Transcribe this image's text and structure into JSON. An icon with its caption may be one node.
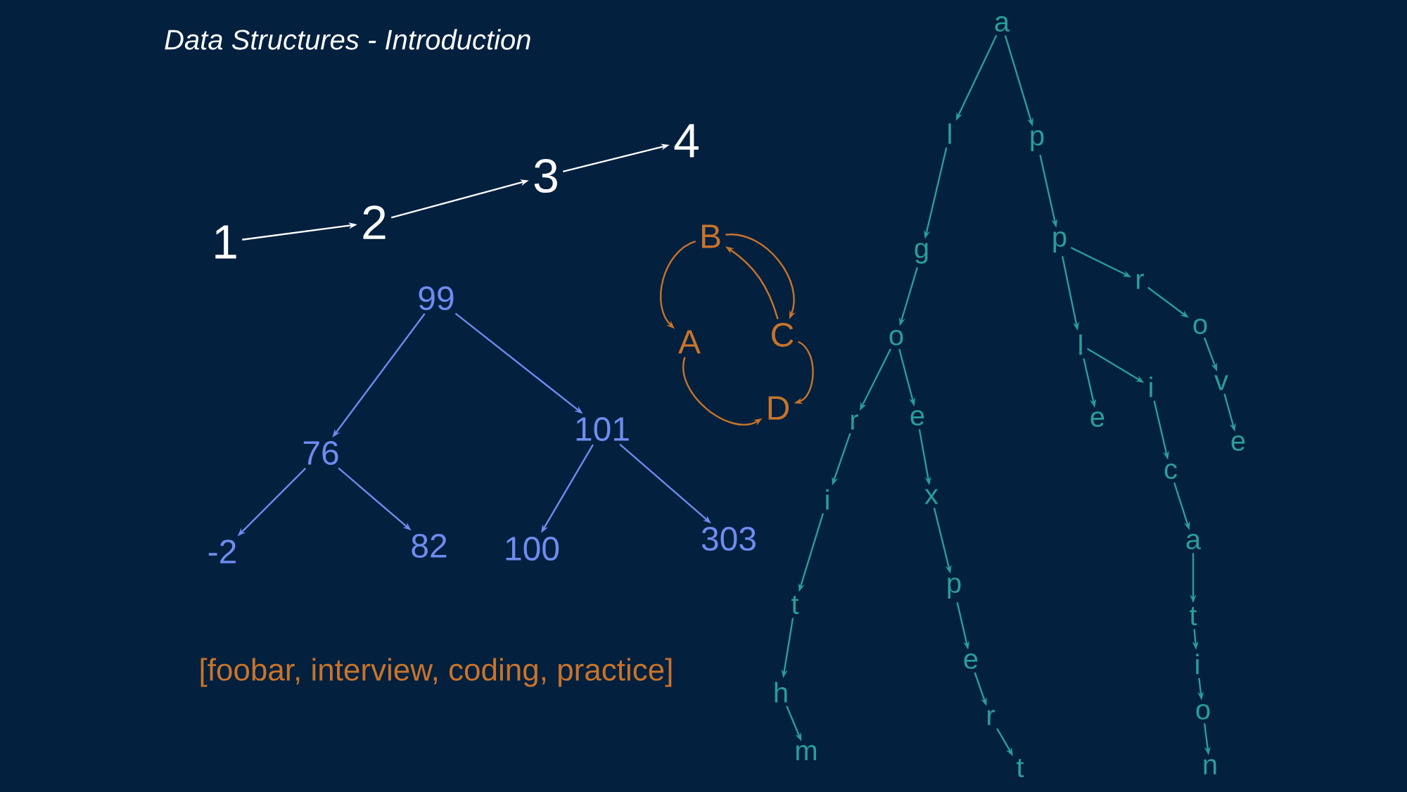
{
  "diagram": {
    "title": "Data Structures - Introduction",
    "nodes": [
      {
        "text": [
          "1"
        ]
      },
      {
        "text": [
          "2"
        ]
      },
      {
        "text": [
          "3"
        ]
      },
      {
        "text": [
          "4"
        ]
      },
      {
        "text": [
          "99"
        ]
      },
      {
        "text": [
          "76"
        ]
      },
      {
        "text": [
          "101"
        ]
      },
      {
        "text": [
          "-2"
        ]
      },
      {
        "text": [
          "82"
        ]
      },
      {
        "text": [
          "100"
        ]
      },
      {
        "text": [
          "303"
        ]
      },
      {
        "text": [
          "B"
        ]
      },
      {
        "text": [
          "A"
        ]
      },
      {
        "text": [
          "C"
        ]
      },
      {
        "text": [
          "D"
        ]
      },
      {
        "text": [
          "a"
        ]
      },
      {
        "text": [
          "l"
        ]
      },
      {
        "text": [
          "p"
        ]
      },
      {
        "text": [
          "g"
        ]
      },
      {
        "text": [
          "p"
        ]
      },
      {
        "text": [
          "o"
        ]
      },
      {
        "text": [
          "r"
        ]
      },
      {
        "text": [
          "l"
        ]
      },
      {
        "text": [
          "r"
        ]
      },
      {
        "text": [
          "e"
        ]
      },
      {
        "text": [
          "o"
        ]
      },
      {
        "text": [
          "e"
        ]
      },
      {
        "text": [
          "i"
        ]
      },
      {
        "text": [
          "i"
        ]
      },
      {
        "text": [
          "x"
        ]
      },
      {
        "text": [
          "v"
        ]
      },
      {
        "text": [
          "e"
        ]
      },
      {
        "text": [
          "c"
        ]
      },
      {
        "text": [
          "t"
        ]
      },
      {
        "text": [
          "p"
        ]
      },
      {
        "text": [
          "a"
        ]
      },
      {
        "text": [
          "h"
        ]
      },
      {
        "text": [
          "e"
        ]
      },
      {
        "text": [
          "t"
        ]
      },
      {
        "text": [
          "m"
        ]
      },
      {
        "text": [
          "r"
        ]
      },
      {
        "text": [
          "i"
        ]
      },
      {
        "text": [
          "o"
        ]
      },
      {
        "text": [
          "t"
        ]
      },
      {
        "text": [
          "n"
        ]
      }
    ],
    "edges": [
      {
        "from": 0,
        "to": 1,
        "arrow": "to",
        "color": "#ffffff"
      },
      {
        "from": 1,
        "to": 2,
        "arrow": "to",
        "color": "#ffffff"
      },
      {
        "from": 2,
        "to": 3,
        "arrow": "to",
        "color": "#ffffff"
      },
      {
        "from": 4,
        "to": 5,
        "arrow": "to",
        "color": "#6f8cf0"
      },
      {
        "from": 4,
        "to": 6,
        "arrow": "to",
        "color": "#6f8cf0"
      },
      {
        "from": 5,
        "to": 7,
        "arrow": "to",
        "color": "#6f8cf0"
      },
      {
        "from": 5,
        "to": 8,
        "arrow": "to",
        "color": "#6f8cf0"
      },
      {
        "from": 6,
        "to": 9,
        "arrow": "to",
        "color": "#6f8cf0"
      },
      {
        "from": 6,
        "to": 10,
        "arrow": "to",
        "color": "#6f8cf0"
      },
      {
        "from": 11,
        "to": 12,
        "arrow": "to",
        "color": "#c8742a"
      },
      {
        "from": 11,
        "to": 13,
        "arrow": "to",
        "color": "#c8742a"
      },
      {
        "from": 13,
        "to": 11,
        "arrow": "to",
        "color": "#c8742a"
      },
      {
        "from": 13,
        "to": 14,
        "arrow": "to",
        "color": "#c8742a"
      },
      {
        "from": 12,
        "to": 14,
        "arrow": "to",
        "color": "#c8742a"
      },
      {
        "from": 15,
        "to": 16,
        "arrow": "to"
      },
      {
        "from": 15,
        "to": 17,
        "arrow": "to"
      },
      {
        "from": 16,
        "to": 18,
        "arrow": "to"
      },
      {
        "from": 17,
        "to": 19,
        "arrow": "to"
      },
      {
        "from": 18,
        "to": 20,
        "arrow": "to"
      },
      {
        "from": 19,
        "to": 21,
        "arrow": "to"
      },
      {
        "from": 19,
        "to": 22,
        "arrow": "to"
      },
      {
        "from": 21,
        "to": 25,
        "arrow": "to"
      },
      {
        "from": 25,
        "to": 30,
        "arrow": "to"
      },
      {
        "from": 30,
        "to": 31,
        "arrow": "to"
      },
      {
        "from": 22,
        "to": 26,
        "arrow": "to"
      },
      {
        "from": 22,
        "to": 27,
        "arrow": "to"
      },
      {
        "from": 27,
        "to": 32,
        "arrow": "to"
      },
      {
        "from": 32,
        "to": 35,
        "arrow": "to"
      },
      {
        "from": 35,
        "to": 38,
        "arrow": "to"
      },
      {
        "from": 38,
        "to": 41,
        "arrow": "to"
      },
      {
        "from": 41,
        "to": 42,
        "arrow": "to"
      },
      {
        "from": 42,
        "to": 44,
        "arrow": "to"
      },
      {
        "from": 20,
        "to": 23,
        "arrow": "to"
      },
      {
        "from": 20,
        "to": 24,
        "arrow": "to"
      },
      {
        "from": 23,
        "to": 28,
        "arrow": "to"
      },
      {
        "from": 28,
        "to": 33,
        "arrow": "to"
      },
      {
        "from": 33,
        "to": 36,
        "arrow": "to"
      },
      {
        "from": 36,
        "to": 39,
        "arrow": "to"
      },
      {
        "from": 24,
        "to": 29,
        "arrow": "to"
      },
      {
        "from": 29,
        "to": 34,
        "arrow": "to"
      },
      {
        "from": 34,
        "to": 37,
        "arrow": "to"
      },
      {
        "from": 37,
        "to": 40,
        "arrow": "to"
      },
      {
        "from": 40,
        "to": 43,
        "arrow": "to"
      }
    ],
    "labels": [
      "[foobar, interview, coding, practice]"
    ]
  }
}
